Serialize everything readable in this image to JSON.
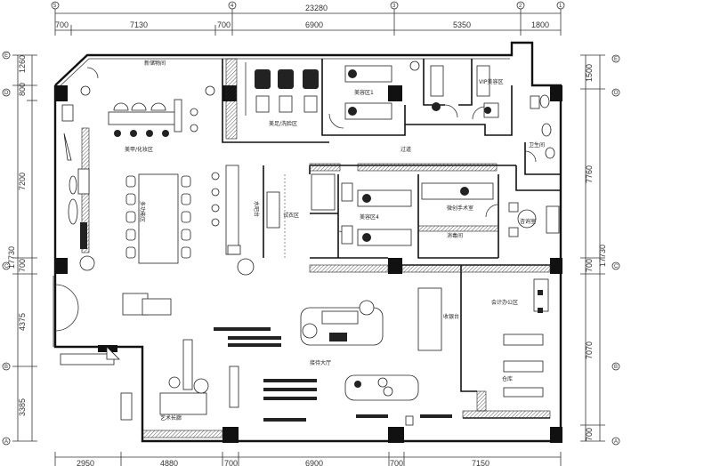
{
  "dims": {
    "top_total": "23280",
    "top": [
      "700",
      "7130",
      "700",
      "6900",
      "5350",
      "1800"
    ],
    "bottom": [
      "2950",
      "4880",
      "700",
      "6900",
      "700",
      "7150"
    ],
    "left_total": "17730",
    "left": [
      "1260",
      "800",
      "7200",
      "700",
      "4375",
      "3385"
    ],
    "right_total": "17730",
    "right": [
      "1500",
      "7760",
      "700",
      "7070",
      "700"
    ]
  },
  "axes": {
    "top": [
      "5",
      "4",
      "3",
      "2",
      "1"
    ],
    "left": [
      "E",
      "D",
      "C",
      "B",
      "A"
    ],
    "right": [
      "E",
      "D",
      "C",
      "B",
      "A"
    ]
  },
  "rooms": {
    "electric": "新储物间",
    "nail": "美甲/化妆区",
    "wash": "美足/洗脸区",
    "beauty1": "美容区1",
    "vip": "VIP美容区",
    "corridor": "过道",
    "toilet": "卫生间",
    "multi": "多功能区",
    "waterbar": "水吧台",
    "fitting": "试衣区",
    "beauty4": "美容区4",
    "surgery": "微创手术室",
    "disinfect": "消毒间",
    "consult": "咨询室",
    "reception": "接待大厅",
    "cashier": "收银台",
    "office": "会计办公区",
    "storage": "仓库",
    "gallery": "艺术长廊"
  }
}
